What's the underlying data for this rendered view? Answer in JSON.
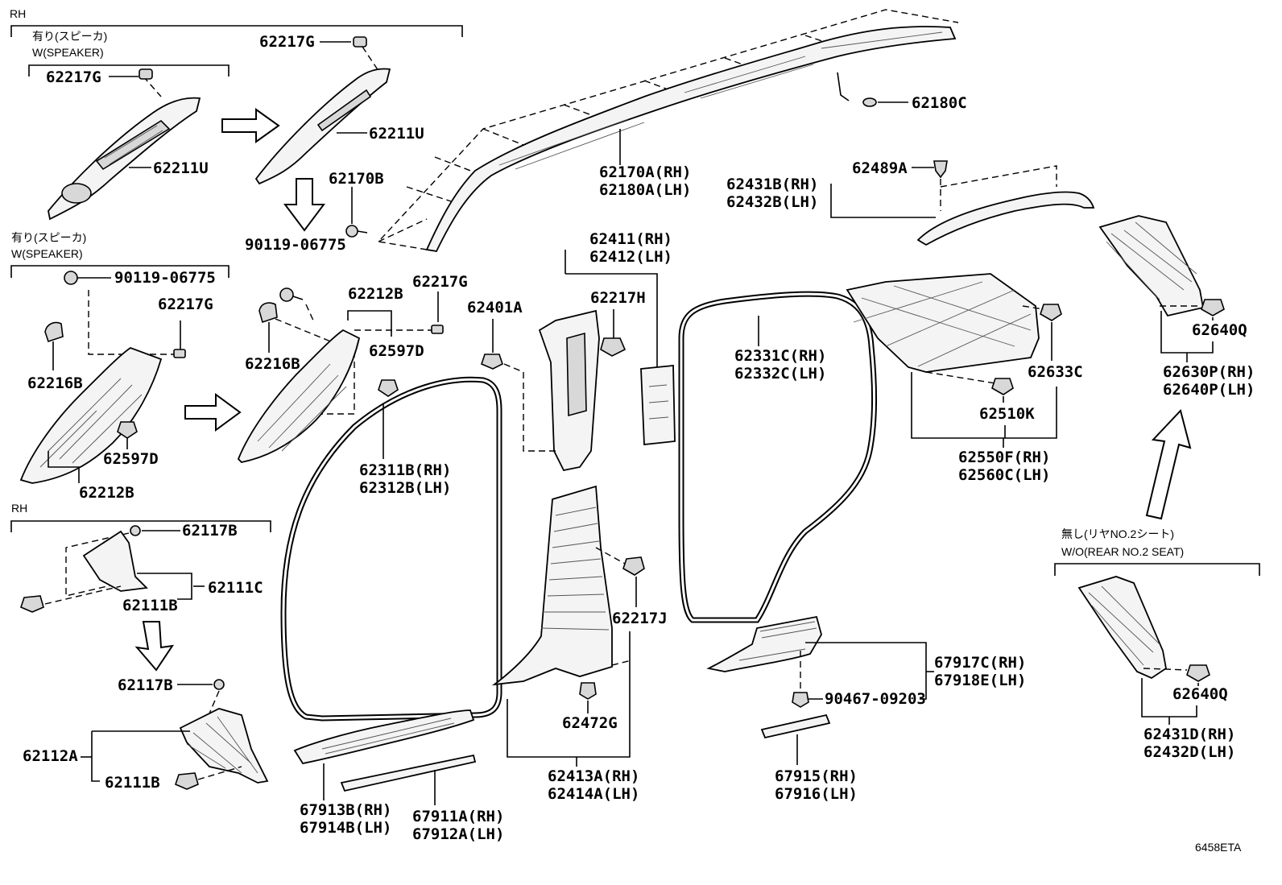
{
  "diagram_code": "6458ETA",
  "sections": {
    "rh_top": "RH",
    "w_speaker_top_jp": "有り(スピーカ)",
    "w_speaker_top_en": "W(SPEAKER)",
    "w_speaker_mid_jp": "有り(スピーカ)",
    "w_speaker_mid_en": "W(SPEAKER)",
    "rh_lower": "RH",
    "wo_rear_seat_jp": "無し(リヤNO.2シート)",
    "wo_rear_seat_en": "W/O(REAR NO.2 SEAT)"
  },
  "labels": {
    "p62217G_a": "62217G",
    "p62217G_b": "62217G",
    "p62211U_a": "62211U",
    "p62211U_b": "62211U",
    "p62170B": "62170B",
    "p90119_a": "90119-06775",
    "p90119_b": "90119-06775",
    "p62217G_c": "62217G",
    "p62216B_a": "62216B",
    "p62597D_a": "62597D",
    "p62212B_a": "62212B",
    "p62212B_b": "62212B",
    "p62217G_d": "62217G",
    "p62216B_b": "62216B",
    "p62597D_b": "62597D",
    "p62180C": "62180C",
    "p62170A_rh": "62170A(RH)",
    "p62180A_lh": "62180A(LH)",
    "p62489A": "62489A",
    "p62431B_rh": "62431B(RH)",
    "p62432B_lh": "62432B(LH)",
    "p62411_rh": "62411(RH)",
    "p62412_lh": "62412(LH)",
    "p62217H": "62217H",
    "p62401A": "62401A",
    "p62331C_rh": "62331C(RH)",
    "p62332C_lh": "62332C(LH)",
    "p62633C": "62633C",
    "p62510K": "62510K",
    "p62550F_rh": "62550F(RH)",
    "p62560C_lh": "62560C(LH)",
    "p62640Q_a": "62640Q",
    "p62630P_rh": "62630P(RH)",
    "p62640P_lh": "62640P(LH)",
    "p62311B_rh": "62311B(RH)",
    "p62312B_lh": "62312B(LH)",
    "p62117B_a": "62117B",
    "p62111C": "62111C",
    "p62111B_a": "62111B",
    "p62117B_b": "62117B",
    "p62112A": "62112A",
    "p62111B_b": "62111B",
    "p62217J": "62217J",
    "p62472G": "62472G",
    "p62413A_rh": "62413A(RH)",
    "p62414A_lh": "62414A(LH)",
    "p67917C_rh": "67917C(RH)",
    "p67918E_lh": "67918E(LH)",
    "p90467": "90467-09203",
    "p67915_rh": "67915(RH)",
    "p67916_lh": "67916(LH)",
    "p67913B_rh": "67913B(RH)",
    "p67914B_lh": "67914B(LH)",
    "p67911A_rh": "67911A(RH)",
    "p67912A_lh": "67912A(LH)",
    "p62640Q_b": "62640Q",
    "p62431D_rh": "62431D(RH)",
    "p62432D_lh": "62432D(LH)"
  }
}
